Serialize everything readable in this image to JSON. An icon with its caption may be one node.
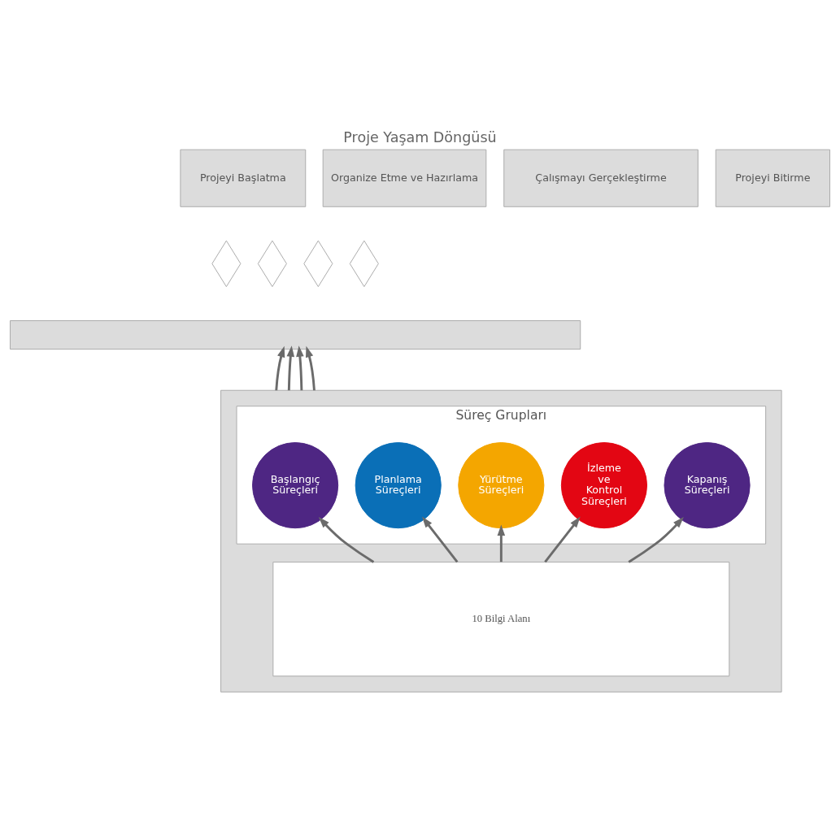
{
  "diagram": {
    "title": "Proje Yaşam Döngüsü",
    "nodes": [
      {
        "text": [
          "Projeyi Başlatma"
        ]
      },
      {
        "text": [
          "Organize Etme ve Hazırlama"
        ]
      },
      {
        "text": [
          "Çalışmayı Gerçekleştirme"
        ]
      },
      {
        "text": [
          "Projeyi Bitirme"
        ]
      },
      {
        "text": [],
        "shape": "diamond"
      },
      {
        "text": [],
        "shape": "diamond"
      },
      {
        "text": [],
        "shape": "diamond"
      },
      {
        "text": [],
        "shape": "diamond"
      },
      {
        "text": [],
        "shape": "bar"
      },
      {
        "text": [],
        "shape": "box"
      },
      {
        "text": [
          "Süreç Grupları"
        ],
        "in": 9
      },
      {
        "text": [
          "Başlangıç Süreçleri"
        ],
        "in": 10
      },
      {
        "text": [
          "Planlama Süreçleri"
        ],
        "in": 10
      },
      {
        "text": [
          "Yürütme Süreçleri"
        ],
        "in": 10
      },
      {
        "text": [
          "İzleme ve Kontrol Süreçleri"
        ],
        "in": 10
      },
      {
        "text": [
          "Kapanış Süreçleri"
        ],
        "in": 10
      },
      {
        "text": [
          "10 Bilgi Alanı"
        ],
        "in": 9
      }
    ],
    "edges": [
      {
        "from": 9,
        "to": 8,
        "arrow": "to"
      },
      {
        "from": 9,
        "to": 8,
        "arrow": "to"
      },
      {
        "from": 9,
        "to": 8,
        "arrow": "to"
      },
      {
        "from": 9,
        "to": 8,
        "arrow": "to"
      },
      {
        "from": 16,
        "to": 11,
        "arrow": "to"
      },
      {
        "from": 16,
        "to": 12,
        "arrow": "to"
      },
      {
        "from": 16,
        "to": 13,
        "arrow": "to"
      },
      {
        "from": 16,
        "to": 14,
        "arrow": "to"
      },
      {
        "from": 16,
        "to": 15,
        "arrow": "to"
      }
    ]
  }
}
